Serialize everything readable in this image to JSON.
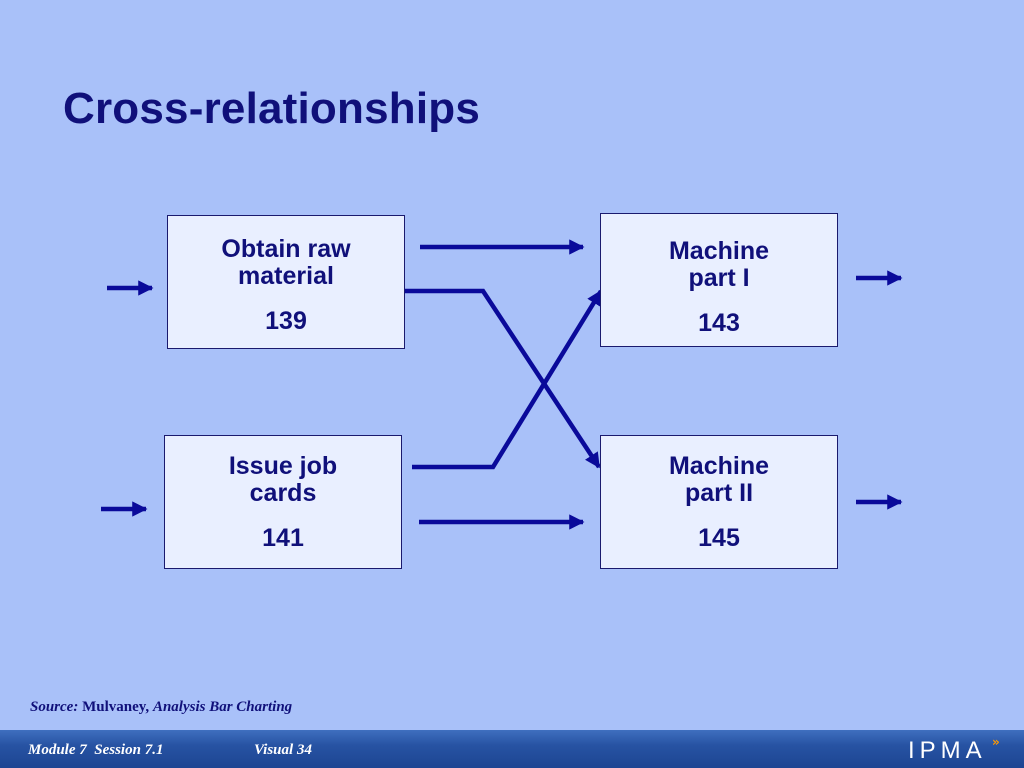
{
  "slide": {
    "title": "Cross-relationships"
  },
  "boxes": {
    "obtain": {
      "name": "Obtain raw\nmaterial",
      "number": "139"
    },
    "issue": {
      "name": "Issue job\ncards",
      "number": "141"
    },
    "machine1": {
      "name": "Machine\npart I",
      "number": "143"
    },
    "machine2": {
      "name": "Machine\npart II",
      "number": "145"
    }
  },
  "source": {
    "label": "Source:",
    "author": "Mulvaney,",
    "work": "Analysis Bar Charting"
  },
  "footer": {
    "module": "Module 7  Session 7.1",
    "visual": "Visual 34",
    "logo": "IPMA",
    "logo_mark": "»"
  },
  "colors": {
    "background": "#a9c1f9",
    "box_fill": "#e9efff",
    "ink": "#10107a",
    "arrow": "#0a0a9a",
    "footer_bar": "#2753a3",
    "logo_accent": "#ff9900"
  }
}
